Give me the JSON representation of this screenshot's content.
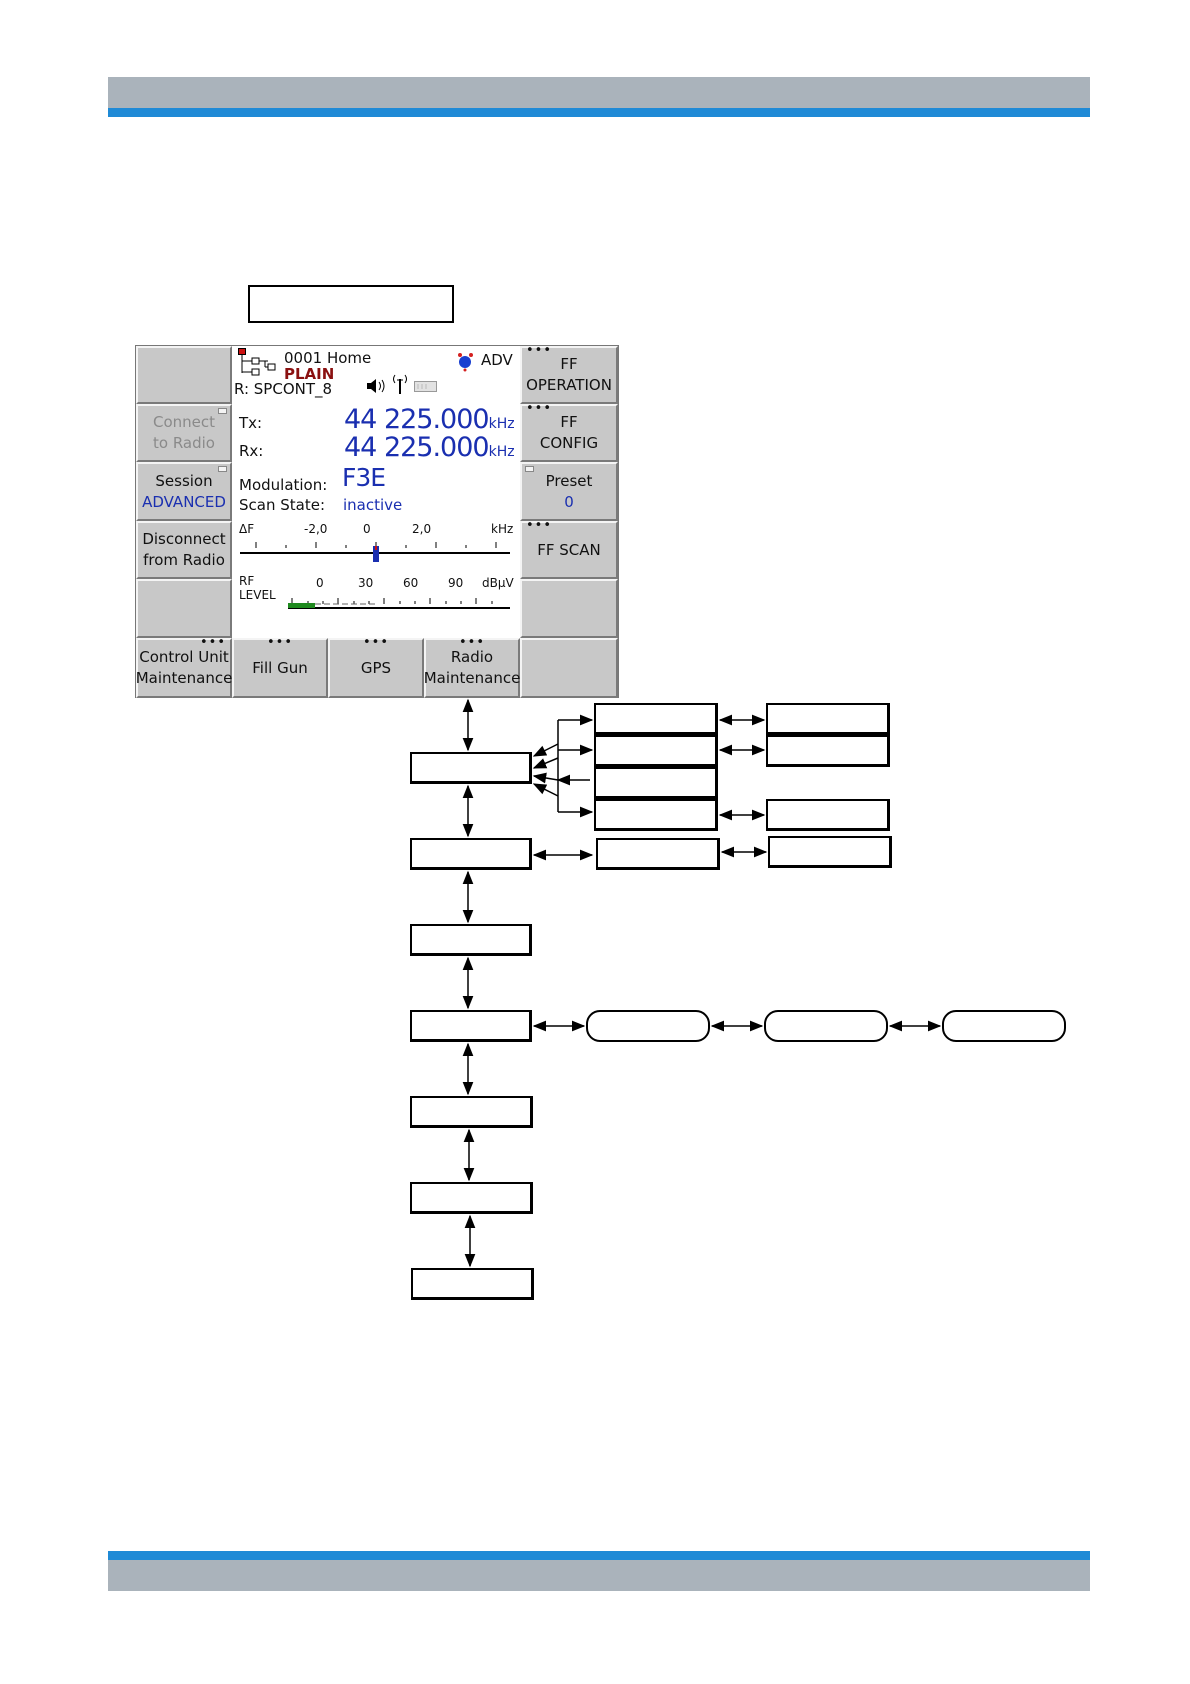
{
  "device": {
    "header": {
      "preset_name": "0001 Home",
      "security": "PLAIN",
      "radio_id": "R: SPCONT_8",
      "mode": "ADV"
    },
    "tx_label": "Tx:",
    "rx_label": "Rx:",
    "tx_freq": "44 225.000",
    "rx_freq": "44 225.000",
    "freq_unit": "kHz",
    "modulation_label": "Modulation:",
    "modulation_value": "F3E",
    "scan_state_label": "Scan State:",
    "scan_state_value": "inactive",
    "delta_f": {
      "label": "ΔF",
      "ticks": [
        "-2,0",
        "0",
        "2,0"
      ],
      "unit": "kHz",
      "value": 0
    },
    "rf_level": {
      "label_top": "RF",
      "label_bottom": "LEVEL",
      "ticks": [
        "0",
        "30",
        "60",
        "90"
      ],
      "unit": "dBμV",
      "value_fraction": 0.12
    },
    "left_keys": [
      {
        "line1": "Connect",
        "line2": "to Radio"
      },
      {
        "line1": "Session",
        "line2": "ADVANCED"
      },
      {
        "line1": "Disconnect",
        "line2": "from Radio"
      }
    ],
    "right_keys": [
      {
        "line1": "FF",
        "line2": "OPERATION"
      },
      {
        "line1": "FF",
        "line2": "CONFIG"
      },
      {
        "line1": "Preset",
        "line2": "0"
      },
      {
        "line1": "FF SCAN"
      }
    ],
    "bottom_keys": [
      {
        "line1": "Control Unit",
        "line2": "Maintenance"
      },
      {
        "line1": "Fill Gun"
      },
      {
        "line1": "GPS"
      },
      {
        "line1": "Radio",
        "line2": "Maintenance"
      }
    ],
    "dots": "•••"
  }
}
